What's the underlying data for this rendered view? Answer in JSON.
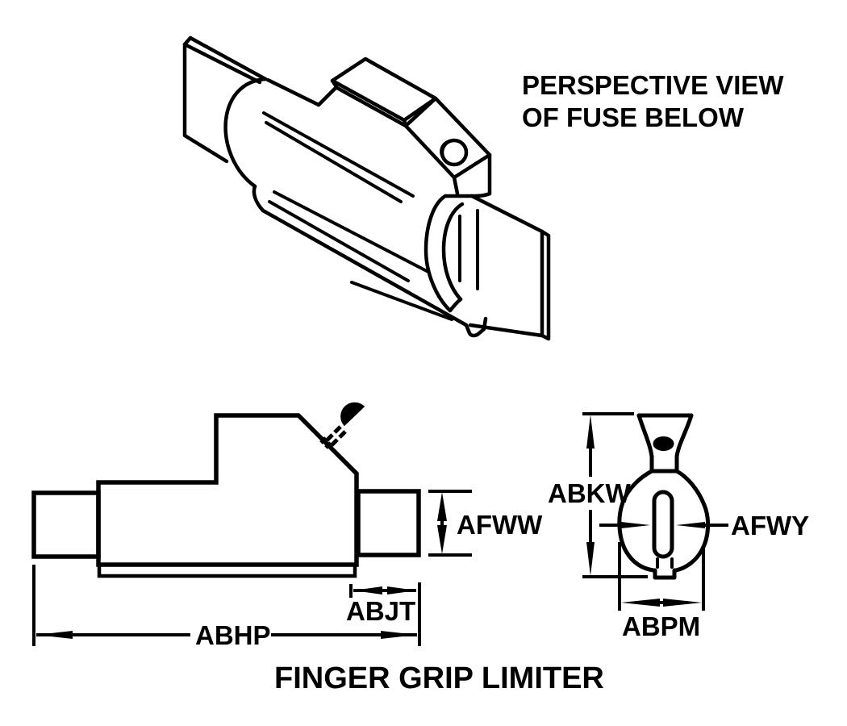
{
  "title": "FINGER GRIP LIMITER",
  "perspective_note": {
    "line1": "PERSPECTIVE VIEW",
    "line2": "OF FUSE BELOW"
  },
  "dimension_labels": {
    "afww": "AFWW",
    "abjt": "ABJT",
    "abhp": "ABHP",
    "abkw": "ABKW",
    "afwy": "AFWY",
    "abpm": "ABPM"
  },
  "colors": {
    "line": "#000000",
    "background": "#ffffff"
  }
}
